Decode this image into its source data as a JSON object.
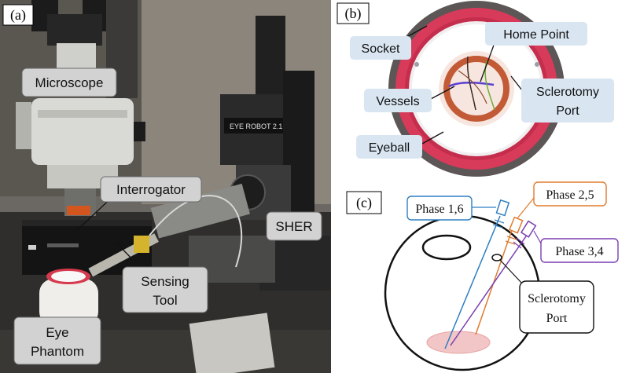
{
  "panel_a": {
    "letter": "(a)",
    "labels": {
      "microscope": "Microscope",
      "interrogator": "Interrogator",
      "sher": "SHER",
      "sensing_tool_line1": "Sensing",
      "sensing_tool_line2": "Tool",
      "eye_phantom_line1": "Eye",
      "eye_phantom_line2": "Phantom"
    },
    "imprinted_text": {
      "robot_plate": "EYE ROBOT 2.1"
    }
  },
  "panel_b": {
    "letter": "(b)",
    "labels": {
      "socket": "Socket",
      "home_point": "Home Point",
      "vessels": "Vessels",
      "sclerotomy_port_line1": "Sclerotomy",
      "sclerotomy_port_line2": "Port",
      "eyeball": "Eyeball"
    }
  },
  "panel_c": {
    "letter": "(c)",
    "labels": {
      "phase_1_6": "Phase 1,6",
      "phase_2_5": "Phase 2,5",
      "phase_3_4": "Phase 3,4",
      "sclerotomy_port_line1": "Sclerotomy",
      "sclerotomy_port_line2": "Port"
    },
    "colors": {
      "phase_1_6": "#2e7fc2",
      "phase_2_5": "#e07b2e",
      "phase_3_4": "#7a3fb0",
      "port": "#111111"
    }
  }
}
